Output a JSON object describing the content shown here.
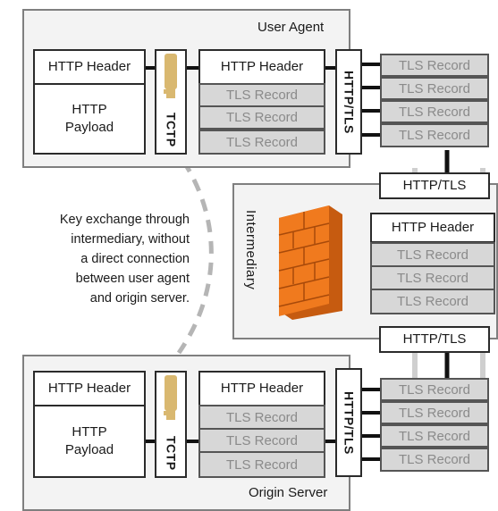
{
  "user_agent": {
    "title": "User Agent",
    "http_header": "HTTP Header",
    "http_payload": "HTTP\nPayload",
    "tctp": "TCTP",
    "header2": "HTTP Header",
    "records": [
      "TLS Record",
      "TLS Record",
      "TLS Record"
    ],
    "transport": "HTTP/TLS"
  },
  "origin_server": {
    "title": "Origin Server",
    "http_header": "HTTP Header",
    "http_payload": "HTTP\nPayload",
    "tctp": "TCTP",
    "header2": "HTTP Header",
    "records": [
      "TLS Record",
      "TLS Record",
      "TLS Record"
    ],
    "transport": "HTTP/TLS"
  },
  "intermediary": {
    "title": "Intermediary",
    "transport_top": "HTTP/TLS",
    "transport_bottom": "HTTP/TLS",
    "http_header": "HTTP Header",
    "records": [
      "TLS Record",
      "TLS Record",
      "TLS Record"
    ]
  },
  "right_records_top": [
    "TLS Record",
    "TLS Record",
    "TLS Record",
    "TLS Record"
  ],
  "right_records_bottom": [
    "TLS Record",
    "TLS Record",
    "TLS Record",
    "TLS Record"
  ],
  "note_lines": [
    "Key exchange through",
    "intermediary, without",
    "a direct connection",
    "between user agent",
    "and origin server."
  ],
  "colors": {
    "firewall": "#f07a1e",
    "key": "#d9b870",
    "tls_fill": "#d7d7d7"
  },
  "icons": {
    "firewall": "firewall-icon",
    "key": "key-icon"
  }
}
